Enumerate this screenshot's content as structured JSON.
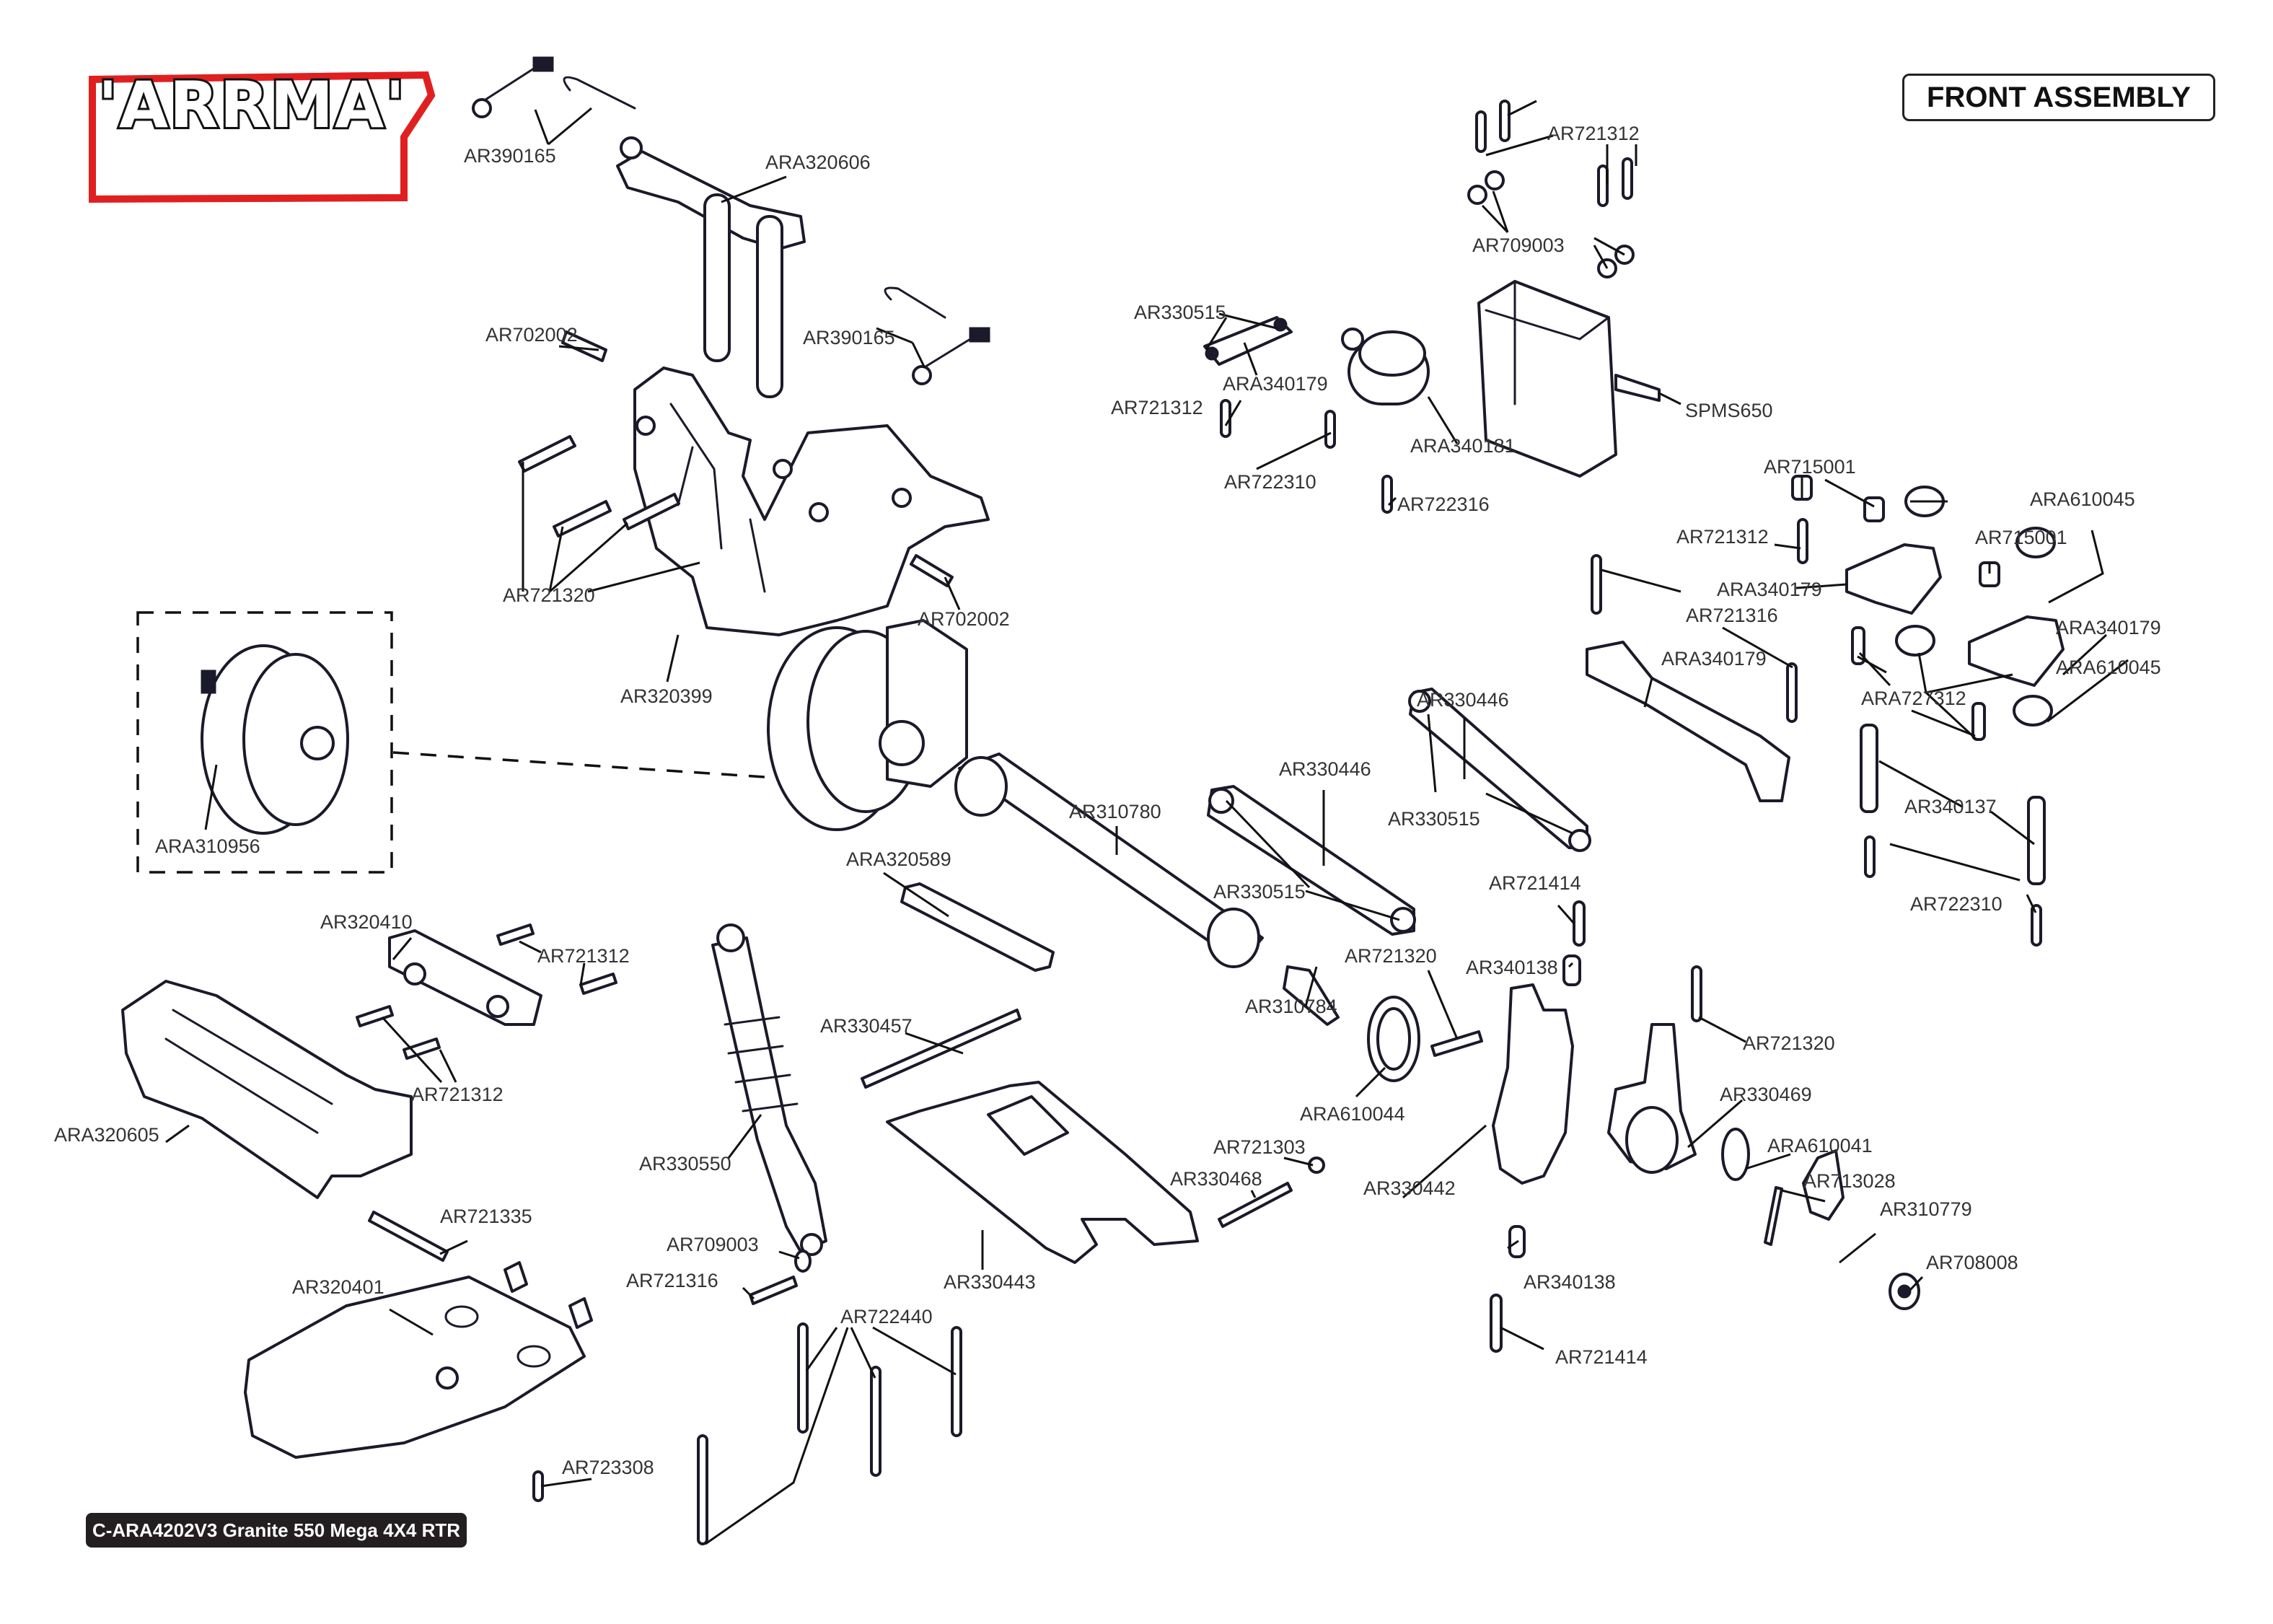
{
  "brand": {
    "logo_text": "'ARRMA'",
    "accent_color": "#e02020"
  },
  "header": {
    "title": "FRONT ASSEMBLY"
  },
  "footer": {
    "model": "C-ARA4202V3 Granite 550 Mega 4X4 RTR"
  },
  "callouts": {
    "c01": "AR390165",
    "c02": "ARA320606",
    "c03": "AR390165",
    "c04": "AR702002",
    "c05": "AR721320",
    "c06": "AR320399",
    "c07": "AR702002",
    "c08": "ARA310956",
    "c09": "AR721312",
    "c10": "AR709003",
    "c11": "AR330515",
    "c12": "ARA340179",
    "c13": "AR721312",
    "c14": "ARA340181",
    "c15": "SPMS650",
    "c16": "AR722310",
    "c17": "AR722316",
    "c18": "AR715001",
    "c19": "ARA610045",
    "c20": "AR721312",
    "c21": "AR715001",
    "c22": "ARA340179",
    "c23": "AR721316",
    "c24": "ARA340179",
    "c25": "ARA340179",
    "c26": "ARA610045",
    "c27": "ARA727312",
    "c28": "AR340137",
    "c29": "AR722310",
    "c30": "AR330446",
    "c31": "AR330515",
    "c32": "AR330446",
    "c33": "AR330515",
    "c34": "AR310780",
    "c35": "ARA320589",
    "c36": "AR721414",
    "c37": "AR721320",
    "c38": "AR340138",
    "c39": "AR310784",
    "c40": "ARA610044",
    "c41": "AR721320",
    "c42": "AR330469",
    "c43": "AR330457",
    "c44": "AR320410",
    "c45": "AR721312",
    "c46": "AR721312",
    "c47": "ARA320605",
    "c48": "AR330550",
    "c49": "AR721303",
    "c50": "AR330468",
    "c51": "AR330442",
    "c52": "ARA610041",
    "c53": "AR713028",
    "c54": "AR310779",
    "c55": "AR708008",
    "c56": "AR721335",
    "c57": "AR709003",
    "c58": "AR721316",
    "c59": "AR330443",
    "c60": "AR340138",
    "c61": "AR320401",
    "c62": "AR722440",
    "c63": "AR721414",
    "c64": "AR723308"
  }
}
